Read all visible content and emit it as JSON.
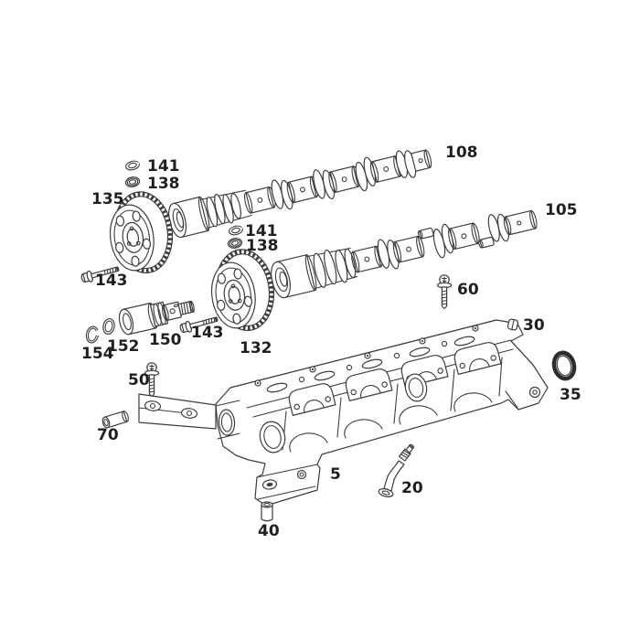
{
  "figure": {
    "type": "exploded-parts-diagram",
    "subject": "camshaft-and-cam-carrier-assembly",
    "background_color": "#ffffff",
    "line_color": "#3d3d3d",
    "label_color": "#1f1f1f"
  },
  "labels": {
    "l141a": "141",
    "l138a": "138",
    "l135": "135",
    "l108": "108",
    "l105": "105",
    "l141b": "141",
    "l138b": "138",
    "l143a": "143",
    "l60": "60",
    "l30": "30",
    "l154": "154",
    "l152": "152",
    "l150": "150",
    "l143b": "143",
    "l132": "132",
    "l35": "35",
    "l50": "50",
    "l70": "70",
    "l5": "5",
    "l20": "20",
    "l40": "40"
  }
}
